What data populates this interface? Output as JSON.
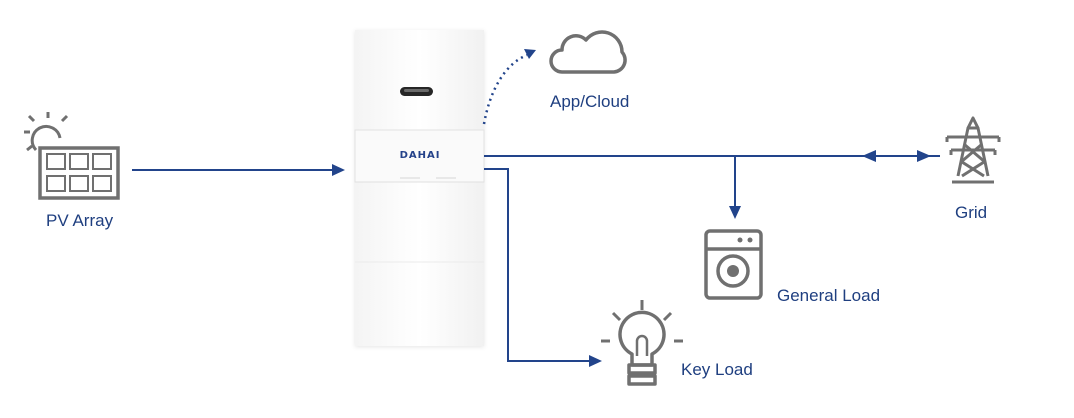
{
  "nodes": {
    "pv_array": {
      "label": "PV Array",
      "icon": "solar-panel-icon"
    },
    "app_cloud": {
      "label": "App/Cloud",
      "icon": "cloud-icon"
    },
    "inverter": {
      "brand": "DAHAI",
      "icon": "inverter-battery-unit"
    },
    "grid": {
      "label": "Grid",
      "icon": "transmission-tower-icon"
    },
    "general_load": {
      "label": "General Load",
      "icon": "washing-machine-icon"
    },
    "key_load": {
      "label": "Key Load",
      "icon": "light-bulb-icon"
    }
  },
  "colors": {
    "line": "#22448b",
    "icon": "#707070",
    "label": "#1f3f80",
    "unit_body": "#ffffff",
    "unit_edge": "#ececec"
  }
}
